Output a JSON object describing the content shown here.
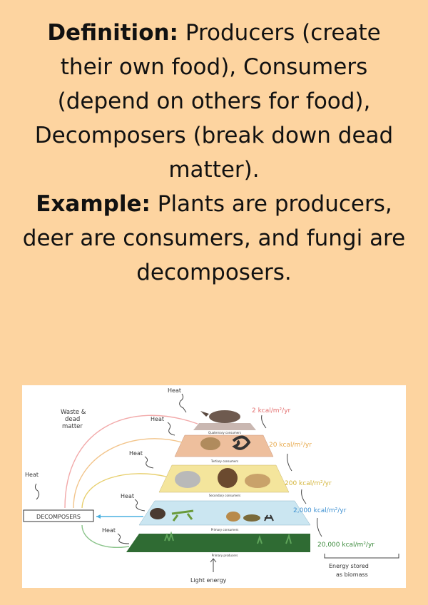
{
  "text": {
    "definition_label": "Definition:",
    "definition_body": "Producers (create their own food), Consumers (depend on others for food), Decomposers (break down dead matter).",
    "example_label": "Example:",
    "example_body": "Plants are producers, deer are consumers, and fungi are decomposers."
  },
  "diagram": {
    "heat": "Heat",
    "waste": "Waste &",
    "dead": "dead",
    "matter": "matter",
    "decomposers": "DECOMPOSERS",
    "light_energy": "Light energy",
    "energy_stored_1": "Energy stored",
    "energy_stored_2": "as biomass",
    "levels": [
      {
        "label": "Quaternary consumers",
        "energy": "2 kcal/m²/yr"
      },
      {
        "label": "Tertiary consumers",
        "energy": "20 kcal/m²/yr"
      },
      {
        "label": "Secondary consumers",
        "energy": "200 kcal/m²/yr"
      },
      {
        "label": "Primary consumers",
        "energy": "2,000 kcal/m²/yr"
      },
      {
        "label": "Primary producers",
        "energy": "20,000 kcal/m²/yr"
      }
    ],
    "colors": {
      "quaternary": "#c9b7b1",
      "tertiary": "#eebf9d",
      "secondary": "#f4e59c",
      "primary_consumers": "#cbe6f1",
      "producers": "#2f6b33",
      "kcal_2": "#e36f6f",
      "kcal_20": "#e7a84a",
      "kcal_200": "#d4b53a",
      "kcal_2000": "#3b8fd1",
      "kcal_20000": "#3c8a3c"
    }
  }
}
